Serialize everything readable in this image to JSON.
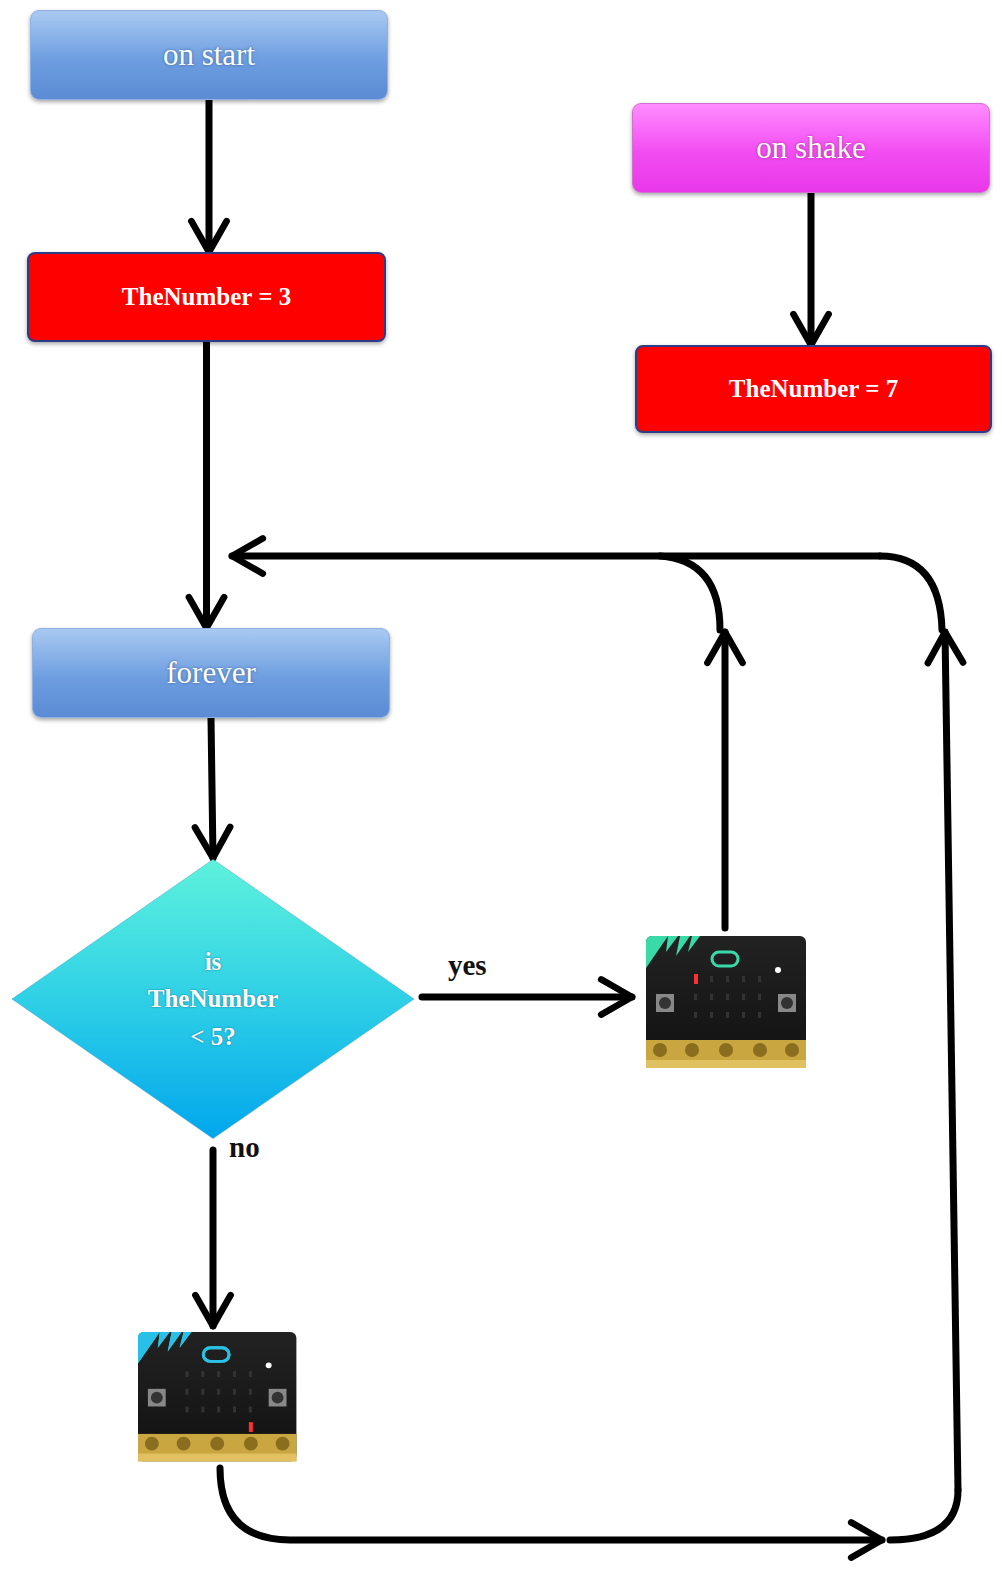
{
  "diagram": {
    "nodes": [
      {
        "text": [
          "on start"
        ]
      },
      {
        "text": [
          "TheNumber = 3"
        ]
      },
      {
        "text": [
          "on shake"
        ]
      },
      {
        "text": [
          "TheNumber = 7"
        ]
      },
      {
        "text": [
          "forever"
        ]
      },
      {
        "text": [
          "is TheNumber < 5?"
        ]
      }
    ],
    "edges": [
      {
        "from": 0,
        "to": 1,
        "arrow": "to"
      },
      {
        "from": 1,
        "to": 4,
        "arrow": "to"
      },
      {
        "from": 2,
        "to": 3,
        "arrow": "to"
      },
      {
        "from": 4,
        "to": 5,
        "arrow": "to"
      }
    ],
    "labels": [
      "yes",
      "no"
    ]
  }
}
